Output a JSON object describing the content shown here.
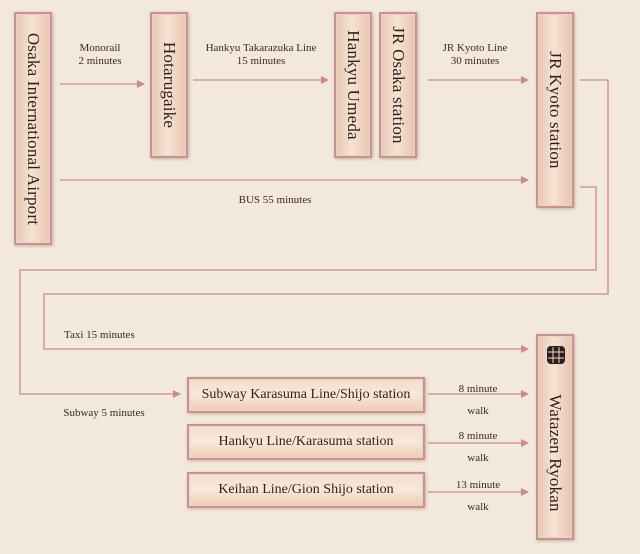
{
  "stations": {
    "airport": "Osaka International Airport",
    "hotarugaike": "Hotarugaike",
    "hankyu_umeda": "Hankyu Umeda",
    "jr_osaka": "JR Osaka station",
    "jr_kyoto": "JR Kyoto station",
    "ryokan": "Watazen Ryokan"
  },
  "subway_boxes": {
    "karasuma": "Subway Karasuma Line/Shijo station",
    "hankyu_karasuma": "Hankyu Line/Karasuma station",
    "keihan": "Keihan Line/Gion Shijo station"
  },
  "routes": {
    "monorail_line": "Monorail",
    "monorail_time": "2 minutes",
    "hankyu_line": "Hankyu Takarazuka Line",
    "hankyu_time": "15 minutes",
    "jr_line": "JR Kyoto Line",
    "jr_time": "30 minutes",
    "bus": "BUS 55 minutes",
    "taxi": "Taxi 15 minutes",
    "subway": "Subway 5 minutes"
  },
  "walks": {
    "karasuma_time": "8 minute",
    "karasuma_word": "walk",
    "hankyu_time": "8 minute",
    "hankyu_word": "walk",
    "keihan_time": "13 minute",
    "keihan_word": "walk"
  },
  "colors": {
    "background": "#f2e8dc",
    "box_border": "#c8928f",
    "arrow": "#c98a8c"
  },
  "icons": {
    "ryokan_logo": "ryokan-logo-icon"
  }
}
